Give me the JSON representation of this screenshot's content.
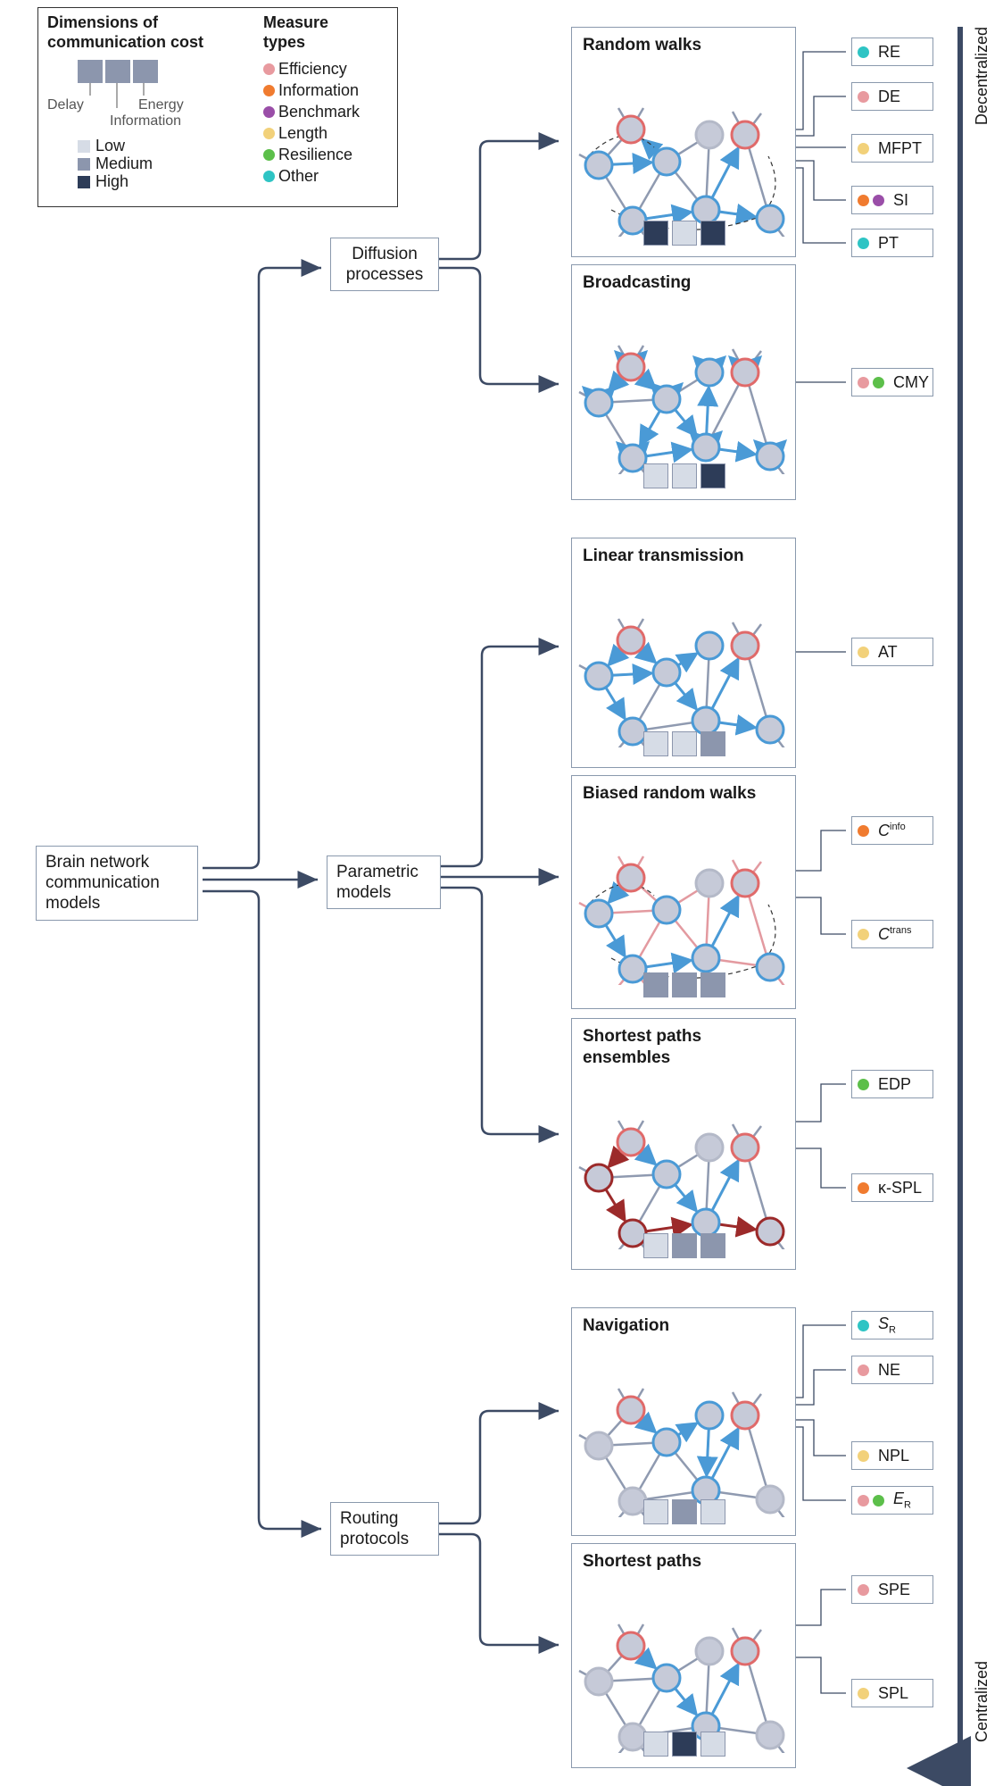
{
  "legend": {
    "dimensions_title_line1": "Dimensions of",
    "dimensions_title_line2": "communication cost",
    "delay": "Delay",
    "energy": "Energy",
    "information": "Information",
    "levels": [
      {
        "label": "Low",
        "color": "#d6dce6"
      },
      {
        "label": "Medium",
        "color": "#8c96ad"
      },
      {
        "label": "High",
        "color": "#2d3c58"
      }
    ],
    "measure_title_line1": "Measure",
    "measure_title_line2": "types",
    "measure_types": [
      {
        "label": "Efficiency",
        "color": "#e89a9f"
      },
      {
        "label": "Information",
        "color": "#f07b2f"
      },
      {
        "label": "Benchmark",
        "color": "#9a4ea8"
      },
      {
        "label": "Length",
        "color": "#f2d17a"
      },
      {
        "label": "Resilience",
        "color": "#5cbf4a"
      },
      {
        "label": "Other",
        "color": "#2ec4c4"
      }
    ]
  },
  "root": {
    "line1": "Brain network",
    "line2": "communication",
    "line3": "models"
  },
  "categories": {
    "diffusion": {
      "line1": "Diffusion",
      "line2": "processes"
    },
    "parametric": {
      "line1": "Parametric",
      "line2": "models"
    },
    "routing": {
      "line1": "Routing",
      "line2": "protocols"
    }
  },
  "panels": {
    "random_walks": {
      "title": "Random walks",
      "cost": [
        "High",
        "Low",
        "High"
      ]
    },
    "broadcasting": {
      "title": "Broadcasting",
      "cost": [
        "Low",
        "Low",
        "High"
      ]
    },
    "linear_transmission": {
      "title": "Linear transmission",
      "cost": [
        "Low",
        "Low",
        "Medium"
      ]
    },
    "biased_random_walks": {
      "title": "Biased random walks",
      "cost": [
        "Medium",
        "Medium",
        "Medium"
      ]
    },
    "shortest_paths_ensembles": {
      "title_line1": "Shortest paths",
      "title_line2": "ensembles",
      "cost": [
        "Low",
        "Medium",
        "Medium"
      ]
    },
    "navigation": {
      "title": "Navigation",
      "cost": [
        "Low",
        "Medium",
        "Low"
      ]
    },
    "shortest_paths": {
      "title": "Shortest paths",
      "cost": [
        "Low",
        "High",
        "Low"
      ]
    }
  },
  "measures": {
    "RE": {
      "label": "RE",
      "types": [
        "Other"
      ]
    },
    "DE": {
      "label": "DE",
      "types": [
        "Efficiency"
      ]
    },
    "MFPT": {
      "label": "MFPT",
      "types": [
        "Length"
      ]
    },
    "SI": {
      "label": "SI",
      "types": [
        "Information",
        "Benchmark"
      ]
    },
    "PT": {
      "label": "PT",
      "types": [
        "Other"
      ]
    },
    "CMY": {
      "label": "CMY",
      "types": [
        "Efficiency",
        "Resilience"
      ]
    },
    "AT": {
      "label": "AT",
      "types": [
        "Length"
      ]
    },
    "Cinfo": {
      "label": "C",
      "sup": "info",
      "types": [
        "Information"
      ]
    },
    "Ctrans": {
      "label": "C",
      "sup": "trans",
      "types": [
        "Length"
      ]
    },
    "EDP": {
      "label": "EDP",
      "types": [
        "Resilience"
      ]
    },
    "kSPL": {
      "label": "κ-SPL",
      "types": [
        "Information"
      ]
    },
    "SR": {
      "label": "S",
      "sub": "R",
      "types": [
        "Other"
      ]
    },
    "NE": {
      "label": "NE",
      "types": [
        "Efficiency"
      ]
    },
    "NPL": {
      "label": "NPL",
      "types": [
        "Length"
      ]
    },
    "ER": {
      "label": "E",
      "sub": "R",
      "types": [
        "Efficiency",
        "Resilience"
      ]
    },
    "SPE": {
      "label": "SPE",
      "types": [
        "Efficiency"
      ]
    },
    "SPL": {
      "label": "SPL",
      "types": [
        "Length"
      ]
    }
  },
  "axis": {
    "top": "Decentralized",
    "bottom": "Centralized"
  }
}
